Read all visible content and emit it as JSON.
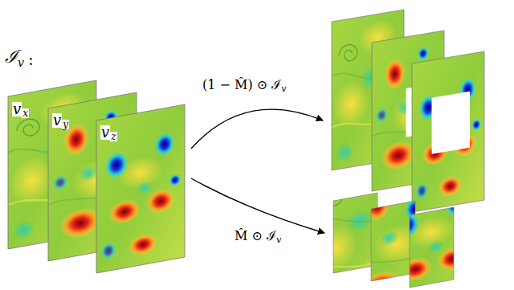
{
  "diagram": {
    "labels": [
      "ℐ",
      "v",
      ":",
      "v",
      "x",
      "v",
      "y",
      "v",
      "z",
      "(1 − M̂) ⊙ ℐ",
      "v",
      "M̂ ⊙ ℐ",
      "v"
    ]
  }
}
